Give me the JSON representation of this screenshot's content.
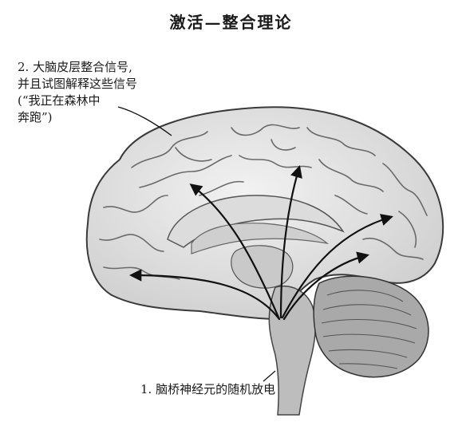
{
  "title": "激活—整合理论",
  "annotations": {
    "cortex": {
      "lines": [
        "2. 大脑皮层整合信号,",
        "并且试图解释这些信号",
        "(“我正在森林中",
        "奔跑”)"
      ]
    },
    "pons": {
      "text": "1. 脑桥神经元的随机放电"
    }
  },
  "colors": {
    "cortex_fill": "#e6e6e6",
    "cortex_stroke": "#3a3a3a",
    "gyri_lines": "#6a6a6a",
    "inner_structures": "#cfcfcf",
    "brainstem": "#bdbdbd",
    "cerebellum": "#a9a9a9",
    "arrows": "#111111",
    "text": "#1a1a1a"
  }
}
